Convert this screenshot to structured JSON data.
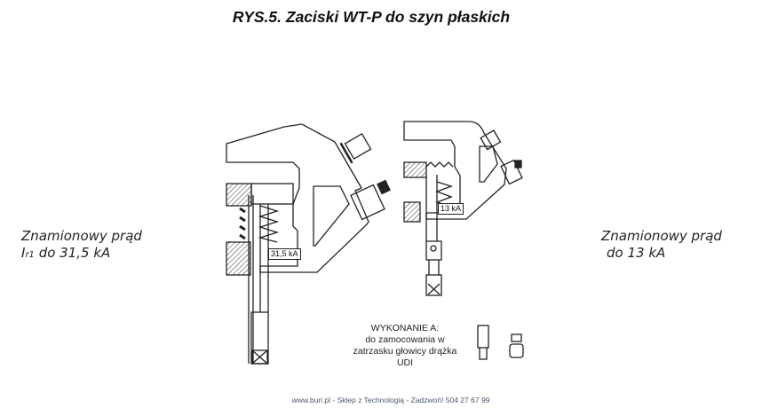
{
  "title": "RYS.5. Zaciski WT-P do szyn płaskich",
  "left_note": {
    "line1": "Znamionowy prąd",
    "symbol": "I",
    "subscript": "r1",
    "line2_rest": " do 31,5 kA"
  },
  "right_note": {
    "line1": "Znamionowy prąd",
    "line2": "do 13 kA"
  },
  "drawing_labels": {
    "large_clamp": "31,5 kA",
    "small_clamp": "13 kA"
  },
  "caption": {
    "line1": "WYKONANIE A:",
    "line2": "do zamocowania w",
    "line3": "zatrzasku głowicy drążka UDI"
  },
  "footer": "www.buri.pl - Sklep z Technologią - Zadzwoń! 504 27 67 99"
}
